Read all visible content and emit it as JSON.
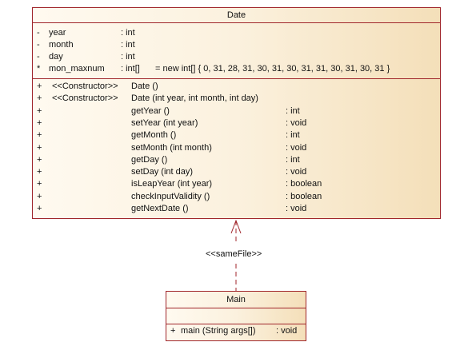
{
  "date_class": {
    "name": "Date",
    "attributes": [
      {
        "vis": "-",
        "name": "year",
        "type": ": int",
        "extra": ""
      },
      {
        "vis": "-",
        "name": "month",
        "type": ": int",
        "extra": ""
      },
      {
        "vis": "-",
        "name": "day",
        "type": ": int",
        "extra": ""
      },
      {
        "vis": "*",
        "name": "mon_maxnum",
        "type": ": int[]",
        "extra": "= new int[] { 0, 31, 28, 31, 30, 31, 30, 31, 31, 30, 31, 30, 31 }"
      }
    ],
    "operations": [
      {
        "vis": "+",
        "stereo": "<<Constructor>>",
        "sig": "Date ()",
        "ret": ""
      },
      {
        "vis": "+",
        "stereo": "<<Constructor>>",
        "sig": "Date (int year, int month, int day)",
        "ret": ""
      },
      {
        "vis": "+",
        "stereo": "",
        "sig": "getYear ()",
        "ret": ": int"
      },
      {
        "vis": "+",
        "stereo": "",
        "sig": "setYear (int year)",
        "ret": ": void"
      },
      {
        "vis": "+",
        "stereo": "",
        "sig": "getMonth ()",
        "ret": ": int"
      },
      {
        "vis": "+",
        "stereo": "",
        "sig": "setMonth (int month)",
        "ret": ": void"
      },
      {
        "vis": "+",
        "stereo": "",
        "sig": "getDay ()",
        "ret": ": int"
      },
      {
        "vis": "+",
        "stereo": "",
        "sig": "setDay (int day)",
        "ret": ": void"
      },
      {
        "vis": "+",
        "stereo": "",
        "sig": "isLeapYear (int year)",
        "ret": ": boolean"
      },
      {
        "vis": "+",
        "stereo": "",
        "sig": "checkInputValidity ()",
        "ret": ": boolean"
      },
      {
        "vis": "+",
        "stereo": "",
        "sig": "getNextDate ()",
        "ret": ": void"
      }
    ]
  },
  "dependency": {
    "label": "<<sameFile>>"
  },
  "main_class": {
    "name": "Main",
    "operations": [
      {
        "vis": "+",
        "sig": "main (String args[])",
        "ret": ": void"
      }
    ]
  },
  "colors": {
    "border": "#a0262b",
    "fill_light": "#fffaf0",
    "fill_dark": "#f4dfb9",
    "arrow": "#a0262b"
  }
}
